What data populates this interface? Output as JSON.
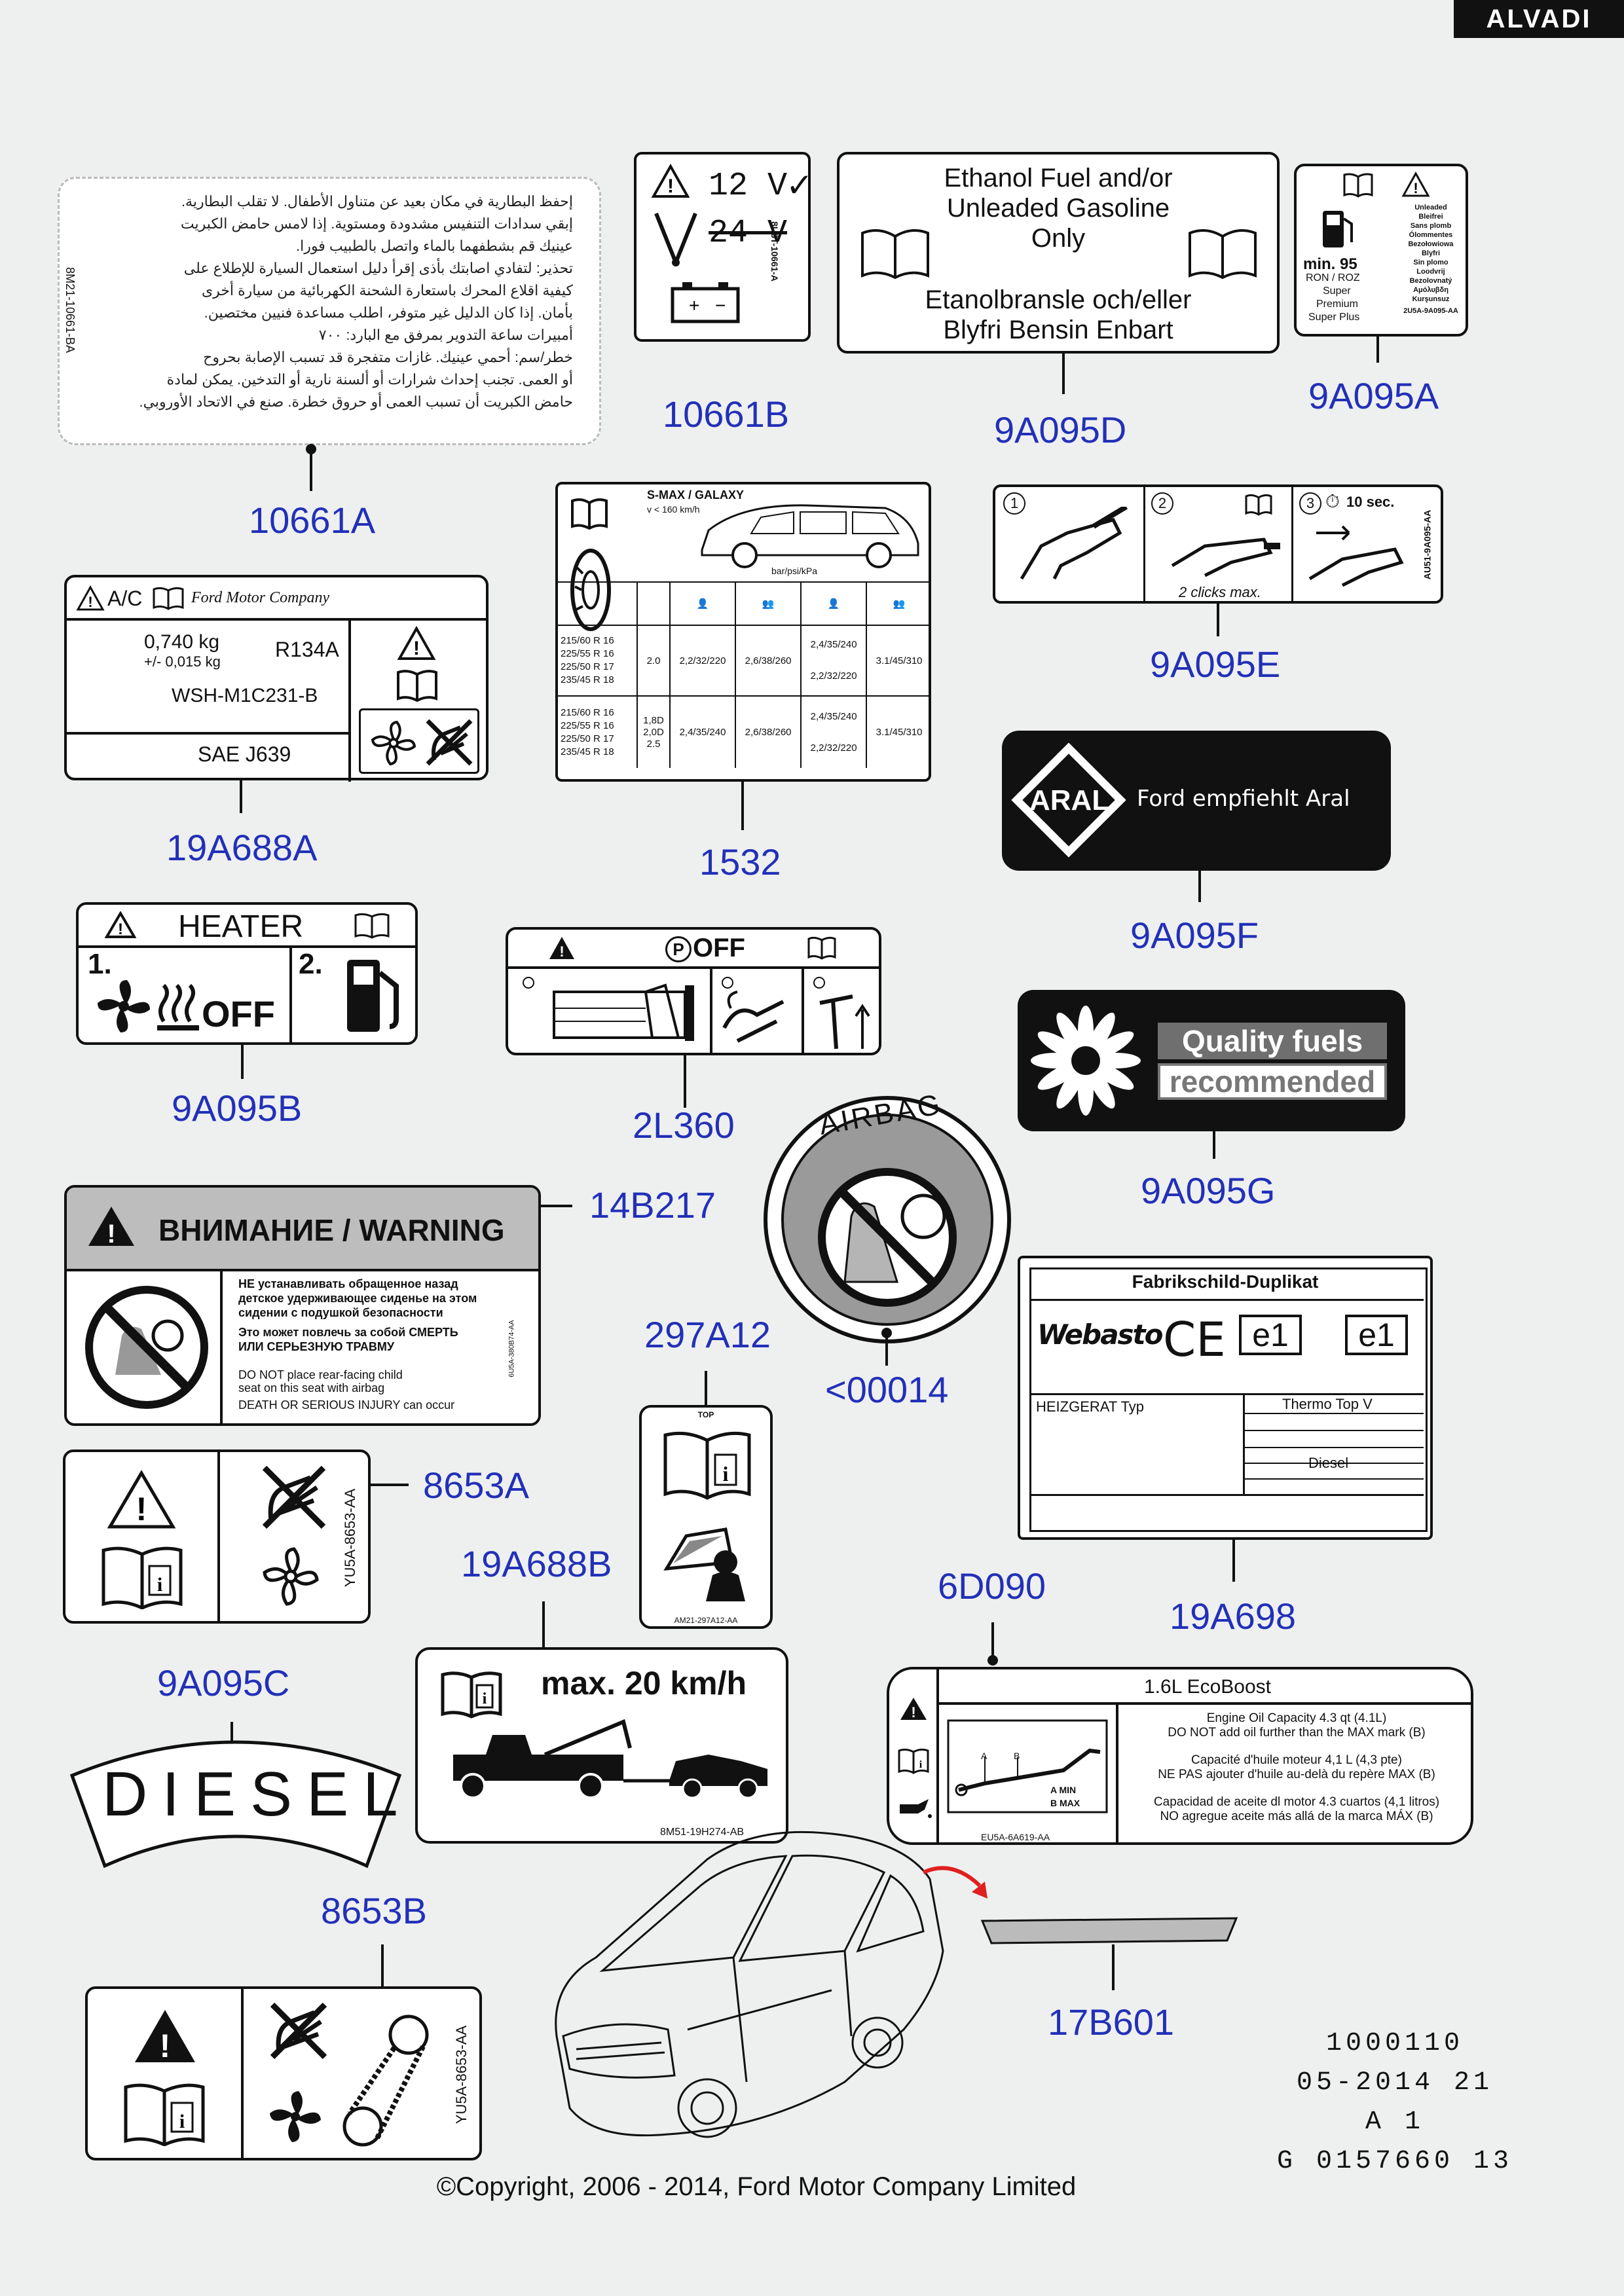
{
  "brand": "ALVADI",
  "labels": {
    "10661A": "10661A",
    "10661B": "10661B",
    "9A095D": "9A095D",
    "9A095A": "9A095A",
    "19A688A": "19A688A",
    "1532": "1532",
    "9A095E": "9A095E",
    "9A095F": "9A095F",
    "9A095B": "9A095B",
    "2L360": "2L360",
    "9A095G": "9A095G",
    "14B217": "14B217",
    "297A12": "297A12",
    "00014": "<00014",
    "8653A": "8653A",
    "19A688B": "19A688B",
    "19A698": "19A698",
    "6D090": "6D090",
    "9A095C": "9A095C",
    "8653B": "8653B",
    "17B601": "17B601"
  },
  "decals": {
    "arabic": {
      "code": "8M21-10661-BA",
      "lines": [
        "إحفظ البطارية في مكان بعيد عن متناول الأطفال. لا تقلب البطارية.",
        "إبقي سدادات التنفيس مشدودة ومستوية. إذا لامس حامض الكبريت",
        "عينيك قم بشطفهما بالماء واتصل بالطبيب فورا.",
        "تحذير: لتفادي اصابتك بأذى إقرأ دليل استعمال السيارة للإطلاع على",
        "كيفية اقلاع المحرك باستعارة الشحنة الكهربائية من سيارة أخرى",
        "بأمان. إذا كان الدليل غير متوفر، اطلب مساعدة فنيين مختصين.",
        "أمبيرات ساعة التدوير بمرفق مع البارد: ٧٠٠",
        "خطر/سم: أحمي عينيك. غازات متفجرة قد تسبب الإصابة بحروح",
        "أو العمى. تجنب إحداث شرارات أو ألسنة نارية أو التدخين. يمكن لمادة",
        "حامض الكبريت أن تسبب العمى أو حروق خطرة. صنع في الاتحاد الأوروبي."
      ]
    },
    "battery": {
      "v12": "12 V",
      "v24": "24 V",
      "code": "8U5T-10661-A"
    },
    "ethanol": {
      "line1": "Ethanol Fuel and/or",
      "line2": "Unleaded Gasoline",
      "line3": "Only",
      "line4": "Etanolbransle och/eller",
      "line5": "Blyfri Bensin Enbart"
    },
    "unleaded": {
      "min": "min. 95",
      "ron": "RON / ROZ",
      "super": "Super",
      "premium": "Premium",
      "superplus": "Super Plus",
      "right_lines": [
        "Unleaded",
        "Bleifrei",
        "Sans plomb",
        "Ólommentes",
        "Bezołowiowa",
        "Blyfri",
        "Sin plomo",
        "Loodvrij",
        "Bezolovnatý",
        "Αμόλυβδη",
        "Kurşunsuz"
      ],
      "code": "2U5A-9A095-AA"
    },
    "ac": {
      "ac": "A/C",
      "company": "Ford Motor Company",
      "kg": "0,740 kg",
      "tol": "+/- 0,015 kg",
      "refrigerant": "R134A",
      "spec": "WSH-M1C231-B",
      "sae": "SAE J639"
    },
    "tyre": {
      "model": "S-MAX / GALAXY",
      "speed": "v < 160 km/h",
      "units": "bar/psi/kPa",
      "sizes_a": [
        "215/60 R 16",
        "225/55 R 16",
        "225/50 R 17",
        "235/45 R 18"
      ],
      "sizes_b": [
        "215/60 R 16",
        "225/55 R 16",
        "225/50 R 17",
        "235/45 R 18"
      ],
      "engine_a": "2.0",
      "engine_b": "1,8D\n2,0D\n2.5",
      "a_c1": "2,2/32/220",
      "a_c2": "2,6/38/260",
      "a_c3a": "2,4/35/240",
      "a_c3b": "2,2/32/220",
      "a_c4": "3.1/45/310",
      "b_c1": "2,4/35/240",
      "b_c2": "2,6/38/260",
      "b_c3a": "2,4/35/240",
      "b_c3b": "2,2/32/220",
      "b_c4": "3.1/45/310"
    },
    "refuel": {
      "clicks": "2 clicks max.",
      "sec": "10 sec.",
      "code": "AU51-9A095-AA",
      "n1": "1",
      "n2": "2",
      "n3": "3"
    },
    "aral": {
      "logo": "ARAL",
      "text": "Ford empfiehlt Aral"
    },
    "heater": {
      "title": "HEATER",
      "n1": "1.",
      "n2": "2.",
      "off": "OFF"
    },
    "poff": {
      "p": "P",
      "off": "OFF"
    },
    "quality": {
      "line1": "Quality fuels",
      "line2": "recommended"
    },
    "airbag": {
      "text": "AIRBAG"
    },
    "warning": {
      "title": "ВНИМАНИЕ / WARNING",
      "ru1": "НЕ устанавливать обращенное назад",
      "ru2": "детское удерживающее сиденье на этом",
      "ru3": "сидении с подушкой безопасности",
      "ru4": "Это может повлечь за собой СМЕРТЬ",
      "ru5": "ИЛИ СЕРЬЕЗНУЮ ТРАВМУ",
      "en1": "DO NOT place rear-facing child",
      "en2": "seat on this seat with airbag",
      "en3": "DEATH OR SERIOUS INJURY can occur",
      "code": "6U5A-380B74-AA"
    },
    "fabrik": {
      "title": "Fabrikschild-Duplikat",
      "brand": "Webasto",
      "ce": "CE",
      "e1": "e1",
      "e1b": "e1",
      "heizgerat": "HEIZGERAT  Typ",
      "thermo": "Thermo  Top V",
      "diesel": "Diesel"
    },
    "top": {
      "top": "TOP",
      "code": "AM21-297A12-AA"
    },
    "belt_a": {
      "code": "YU5A-8653-AA"
    },
    "tow": {
      "text": "max. 20 km/h",
      "code": "8M51-19H274-AB"
    },
    "oil": {
      "title": "1.6L EcoBoost",
      "l1": "Engine Oil Capacity 4.3 qt (4.1L)",
      "l2": "DO NOT add oil further than the MAX mark (B)",
      "l3": "Capacité d'huile moteur 4,1 L (4,3 pte)",
      "l4": "NE PAS ajouter d'huile au-delà du repère MAX (B)",
      "l5": "Capacidad de aceite dl motor 4.3 cuartos (4,1 litros)",
      "l6": "NO agregue aceite más allá de la marca MÁX (B)",
      "a": "A",
      "b": "B",
      "amin": "A MIN",
      "bmax": "B MAX",
      "code": "EU5A-6A619-AA"
    },
    "diesel": {
      "text": "DIESEL"
    },
    "belt_b": {
      "code": "YU5A-8653-AA"
    }
  },
  "info": {
    "l1": "1000110",
    "l2": "05-2014 21",
    "l3": "A 1",
    "l4": "G 0157660 13"
  },
  "copyright": "©Copyright, 2006 - 2014, Ford Motor Company Limited"
}
